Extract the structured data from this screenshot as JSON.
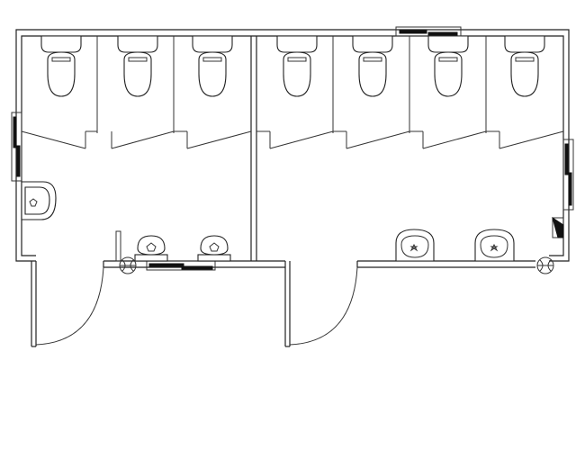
{
  "plan": {
    "left_room": {
      "toilet_count": 3,
      "sink_count": 3,
      "door_count": 1
    },
    "right_room": {
      "toilet_count": 4,
      "sink_count": 2,
      "door_count": 1
    },
    "icons": {
      "toilet": "toilet-icon",
      "sink": "sink-icon",
      "door_swing": "door-swing-icon",
      "window": "window-icon",
      "hand_dryer": "hand-dryer-icon"
    },
    "colors": {
      "line": "#222222",
      "window": "#111111",
      "background": "#ffffff"
    }
  }
}
